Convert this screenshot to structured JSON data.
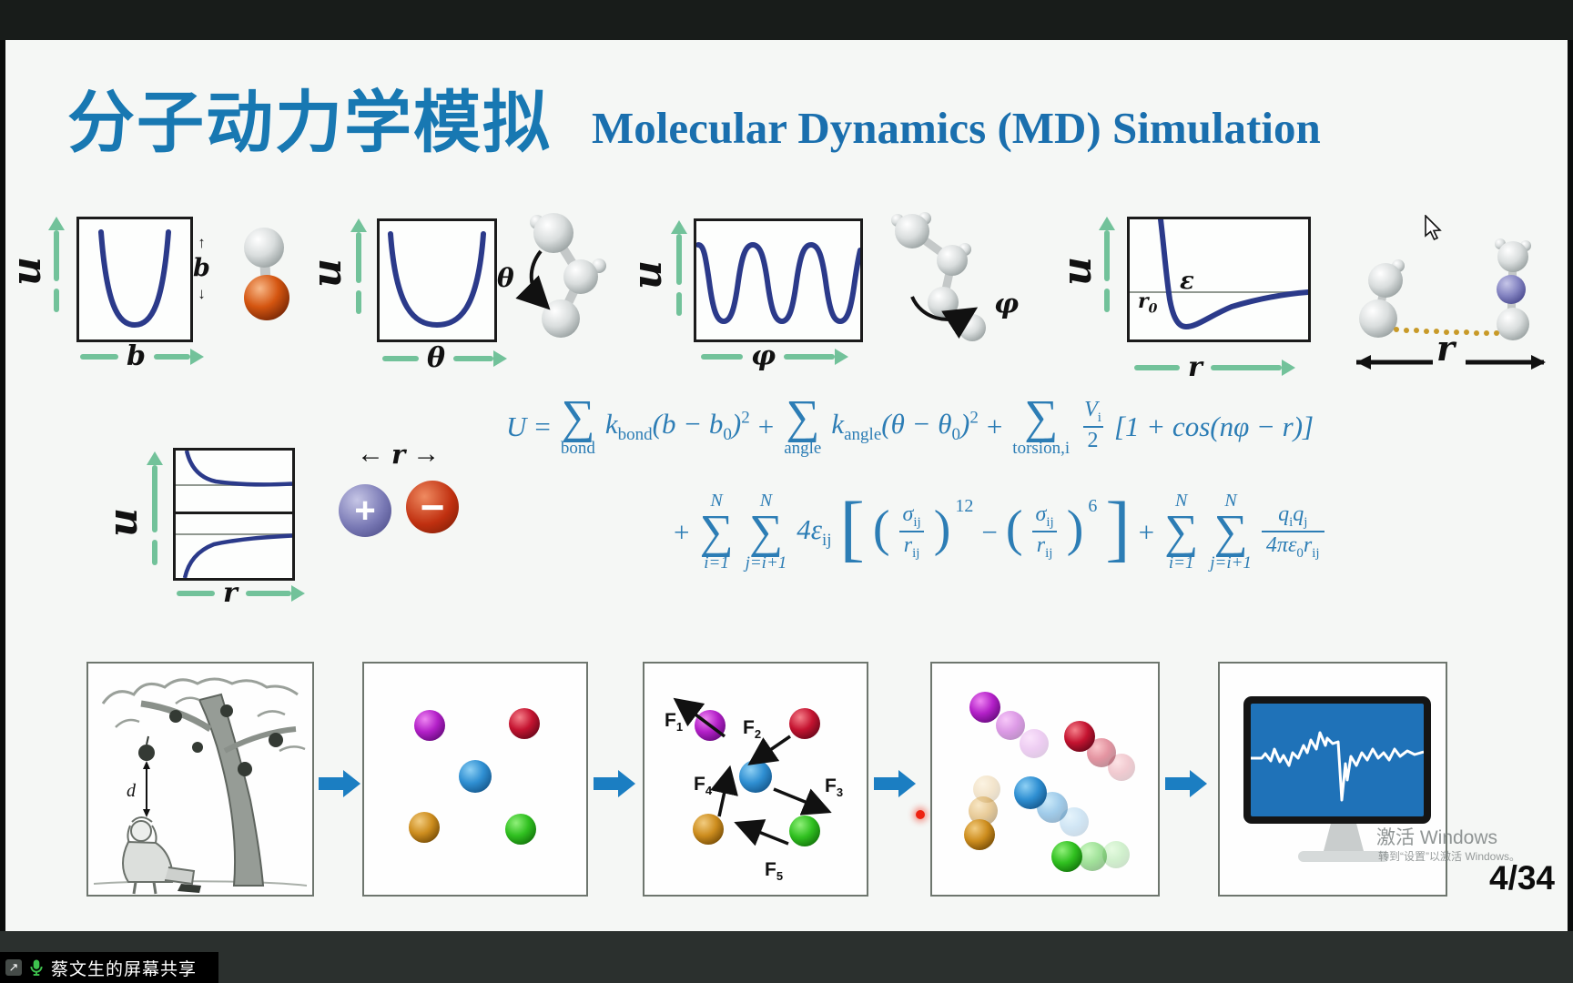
{
  "chrome": {
    "share_label": "蔡文生的屏幕共享",
    "share_glyph": "↗",
    "page_number": "4/34",
    "watermark_line1": "激活 Windows",
    "watermark_line2": "转到“设置”以激活 Windows。"
  },
  "title": {
    "zh": "分子动力学模拟",
    "en": "Molecular Dynamics (MD)  Simulation"
  },
  "axis": {
    "u": "u",
    "b": "b",
    "theta": "θ",
    "phi": "φ",
    "r": "r",
    "r0_base": "r",
    "r0_sub": "0",
    "epsilon": "ε"
  },
  "bond_molecule": {
    "up": "↑",
    "label": "b",
    "down": "↓"
  },
  "angle_molecule": {
    "label": "θ"
  },
  "torsion_molecule": {
    "label": "φ"
  },
  "pair_molecule": {
    "label": "r"
  },
  "charges": {
    "left_arrow": "←",
    "r": "r",
    "right_arrow": "→",
    "plus": "+",
    "minus": "−"
  },
  "newton": {
    "d": "d"
  },
  "forces": [
    {
      "f": "F",
      "sub": "1"
    },
    {
      "f": "F",
      "sub": "2"
    },
    {
      "f": "F",
      "sub": "3"
    },
    {
      "f": "F",
      "sub": "4"
    },
    {
      "f": "F",
      "sub": "5"
    }
  ],
  "equation": {
    "U": "U",
    "equals": "=",
    "sigma": "∑",
    "plus": "+",
    "minus": "−",
    "limits": [
      "bond",
      "angle",
      "torsion,i"
    ],
    "k": "k",
    "sq": "2",
    "zero": "0",
    "bond_term_open": "(b − b",
    "angle_term_open": "(θ − θ",
    "term_close": ")",
    "V": "V",
    "V_sub": "i",
    "V_den": "2",
    "torsion_bracket": "[1 + cos(nφ − r)]",
    "N": "N",
    "from_i": "i=1",
    "from_j": "j=i+1",
    "lj_coef": "4ε",
    "ij": "ij",
    "sigma_var": "σ",
    "r_var": "r",
    "exp12": "12",
    "exp6": "6",
    "lbrack": "[",
    "rbrack": "]",
    "lparen": "(",
    "rparen": ")",
    "q": "q",
    "i_sub": "i",
    "j_sub": "j",
    "coul_den": "4πε",
    "coul_den_sub": "0",
    "coul_den_r": "r"
  },
  "colors": {
    "title_blue": "#1878b2",
    "equation_blue": "#2c7db5",
    "axis_green": "#72c29a",
    "curve_navy": "#2b3a8a",
    "flow_arrow_blue": "#1b7ec2",
    "screen_blue": "#1f72b8",
    "laser_red": "#ee2211"
  }
}
